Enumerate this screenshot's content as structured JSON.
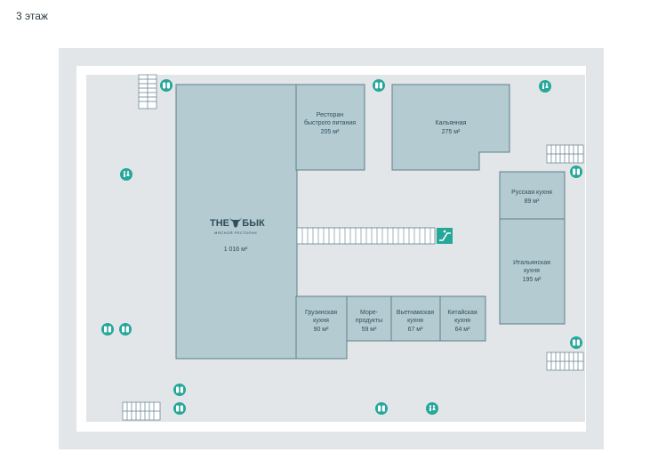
{
  "floor": {
    "title": "3 этаж"
  },
  "stores": {
    "the_byk": {
      "brand_left": "THE",
      "brand_right": "БЫК",
      "subtitle": "МЯСНОЙ   РЕСТОРАН",
      "area": "1 016 м²"
    },
    "fast_food": {
      "line1": "Ресторан",
      "line2": "быстрого питания",
      "area": "205 м²"
    },
    "hookah": {
      "line1": "Кальянная",
      "area": "275 м²"
    },
    "russian": {
      "line1": "Русская кухня",
      "area": "89 м²"
    },
    "italian": {
      "line1": "Итальянская",
      "line2": "кухня",
      "area": "195 м²"
    },
    "georgian": {
      "line1": "Грузинская",
      "line2": "кухня",
      "area": "90 м²"
    },
    "seafood": {
      "line1": "Море-",
      "line2": "продукты",
      "area": "59 м²"
    },
    "vietnamese": {
      "line1": "Вьетнамская",
      "line2": "кухня",
      "area": "67 м²"
    },
    "chinese": {
      "line1": "Китайская",
      "line2": "кухня",
      "area": "64 м²"
    }
  },
  "colors": {
    "outer_frame": "#e3e6e8",
    "inner_area": "#e3e6e8",
    "room_fill": "#b3cbd1",
    "room_stroke": "#5f7f8a",
    "icon_teal": "#25a79a"
  },
  "icons": {
    "elevator": "elevator-icon",
    "restroom": "restroom-icon",
    "escalator": "escalator-icon",
    "stairs": "stairs-icon"
  }
}
